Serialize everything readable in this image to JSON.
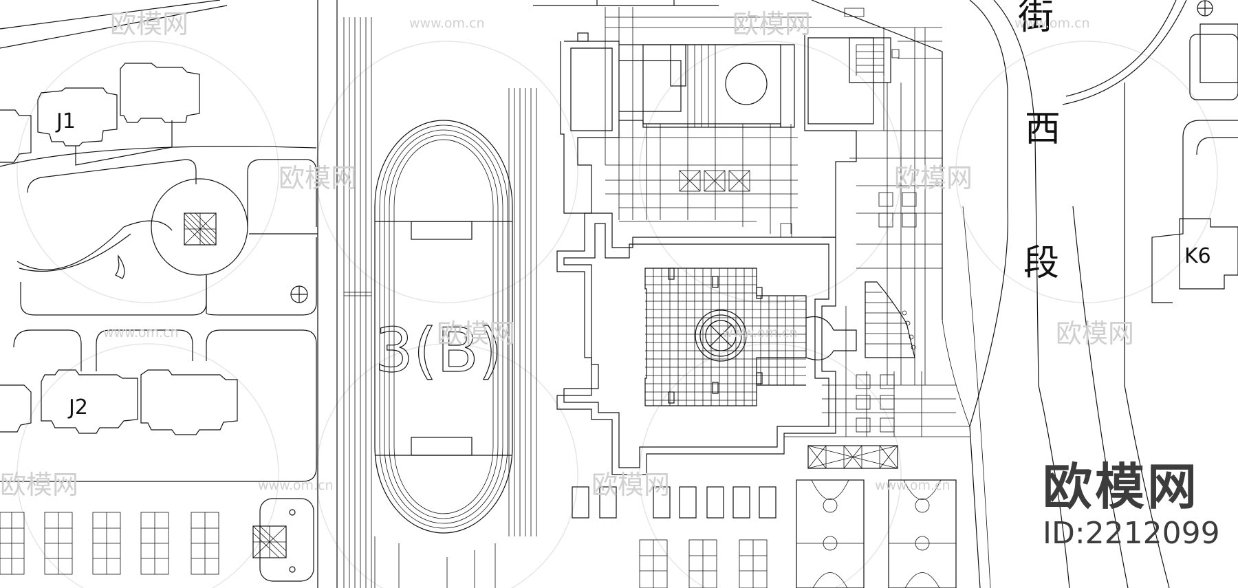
{
  "watermark": {
    "brand": "欧模网",
    "url": "www.om.cn",
    "id": "ID:2212099"
  },
  "plan_labels": {
    "building_j1": "J1",
    "building_j2": "J2",
    "building_k6": "K6",
    "track_label": "3(B)",
    "street_chars": [
      "街",
      "西",
      "段"
    ]
  }
}
